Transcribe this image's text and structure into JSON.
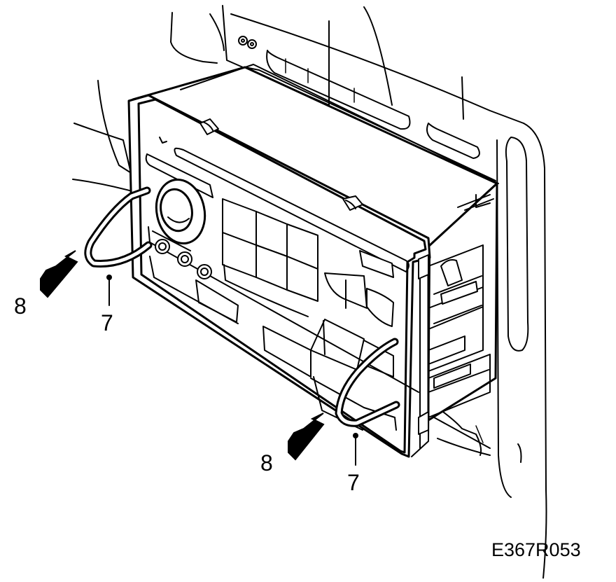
{
  "diagram": {
    "callouts": [
      {
        "id": "arrow-left",
        "label": "8"
      },
      {
        "id": "tool-left",
        "label": "7"
      },
      {
        "id": "arrow-right",
        "label": "8"
      },
      {
        "id": "tool-right",
        "label": "7"
      }
    ],
    "figure_code": "E367R053",
    "line_color": "#000000",
    "background_color": "#ffffff"
  }
}
